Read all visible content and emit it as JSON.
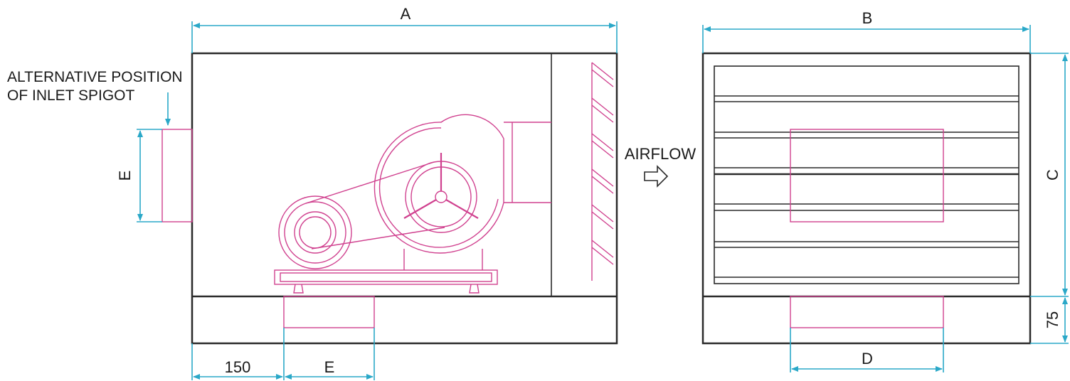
{
  "labels": {
    "side_length": "A",
    "end_width": "B",
    "end_height": "C",
    "outlet_width": "D",
    "spigot_side": "E",
    "spigot_bottom": "E",
    "offset": "150",
    "base_height": "75",
    "alt_line1": "ALTERNATIVE POSITION",
    "alt_line2": "OF INLET SPIGOT",
    "airflow": "AIRFLOW"
  },
  "colors": {
    "casing": "#2a2a2a",
    "dimension": "#2aa8c8",
    "mechanism": "#d0418f"
  }
}
